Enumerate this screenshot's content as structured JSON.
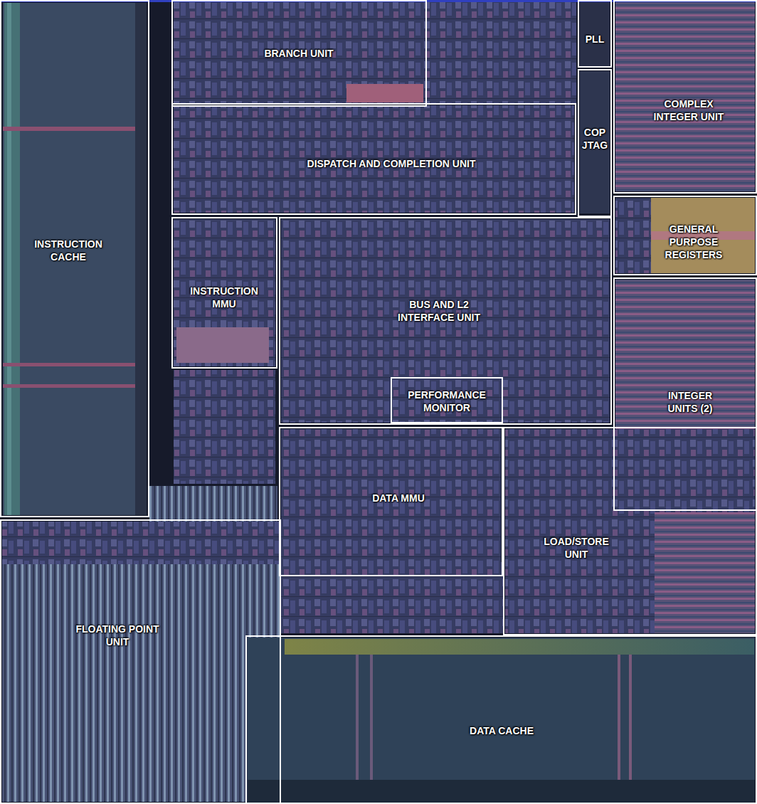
{
  "diagram": {
    "nodes": [
      {
        "text": [
          "INSTRUCTION CACHE"
        ]
      },
      {
        "text": [
          "BRANCH UNIT"
        ]
      },
      {
        "text": [
          "PLL"
        ]
      },
      {
        "text": [
          "COMPLEX INTEGER UNIT"
        ]
      },
      {
        "text": [
          "DISPATCH AND COMPLETION UNIT"
        ]
      },
      {
        "text": [
          "COP JTAG"
        ]
      },
      {
        "text": [
          "GENERAL PURPOSE REGISTERS"
        ]
      },
      {
        "text": [
          "INSTRUCTION MMU"
        ]
      },
      {
        "text": [
          "BUS AND L2 INTERFACE UNIT"
        ]
      },
      {
        "text": [
          "PERFORMANCE MONITOR"
        ],
        "in": 8
      },
      {
        "text": [
          "INTEGER UNITS (2)"
        ]
      },
      {
        "text": [
          "DATA MMU"
        ]
      },
      {
        "text": [
          "LOAD/STORE UNIT"
        ]
      },
      {
        "text": [
          "FLOATING POINT UNIT"
        ]
      },
      {
        "text": [
          "DATA CACHE"
        ]
      }
    ]
  }
}
